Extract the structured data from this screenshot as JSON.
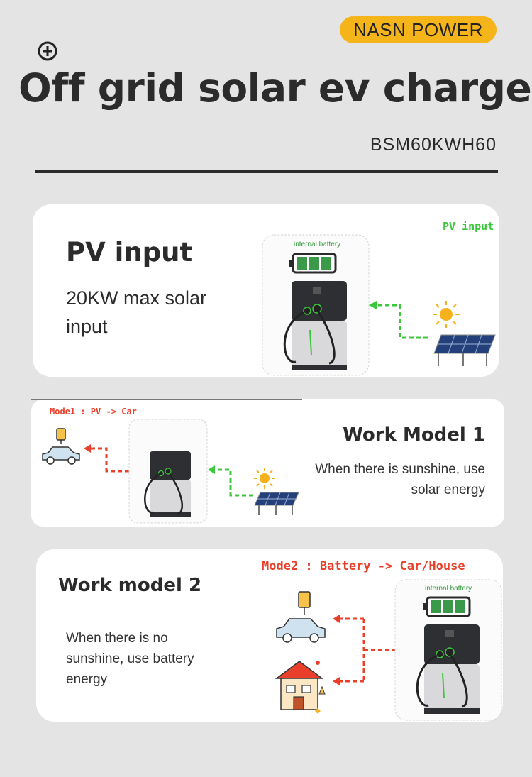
{
  "header": {
    "brand": "NASN POWER",
    "title": "Off grid solar ev charger",
    "model_code": "BSM60KWH60"
  },
  "pv_section": {
    "heading": "PV input",
    "description": "20KW max solar input",
    "diagram_tag": "PV  input",
    "battery_label": "internal battery"
  },
  "work_model_1": {
    "tag": "Mode1 : PV -> Car",
    "heading": "Work Model 1",
    "description": "When there is sunshine, use solar energy"
  },
  "work_model_2": {
    "tag": "Mode2 : Battery -> Car/House",
    "heading": "Work model 2",
    "description": "When there is no sunshine, use battery energy",
    "battery_label": "internal battery"
  },
  "colors": {
    "brand_pill": "#f4b41a",
    "flow_green": "#3cc83c",
    "flow_red": "#e8402a",
    "battery_green": "#3a9a4a"
  }
}
